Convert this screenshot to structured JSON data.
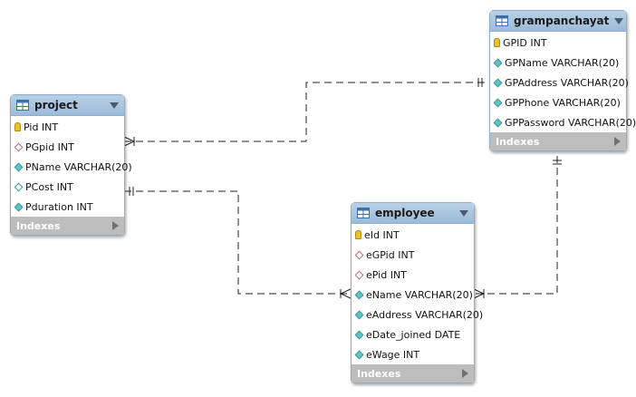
{
  "tables": {
    "project": {
      "name": "project",
      "columns": [
        {
          "label": "Pid INT",
          "icon": "primary-key-icon"
        },
        {
          "label": "PGpid INT",
          "icon": "foreign-key-icon"
        },
        {
          "label": "PName VARCHAR(20)",
          "icon": "not-null-column-icon"
        },
        {
          "label": "PCost INT",
          "icon": "nullable-column-icon"
        },
        {
          "label": "Pduration INT",
          "icon": "not-null-column-icon"
        }
      ],
      "indexes_label": "Indexes"
    },
    "grampanchayat": {
      "name": "grampanchayat",
      "columns": [
        {
          "label": "GPID INT",
          "icon": "primary-key-icon"
        },
        {
          "label": "GPName VARCHAR(20)",
          "icon": "not-null-column-icon"
        },
        {
          "label": "GPAddress VARCHAR(20)",
          "icon": "not-null-column-icon"
        },
        {
          "label": "GPPhone VARCHAR(20)",
          "icon": "not-null-column-icon"
        },
        {
          "label": "GPPassword VARCHAR(20)",
          "icon": "not-null-column-icon"
        }
      ],
      "indexes_label": "Indexes"
    },
    "employee": {
      "name": "employee",
      "columns": [
        {
          "label": "eId INT",
          "icon": "primary-key-icon"
        },
        {
          "label": "eGPid INT",
          "icon": "foreign-key-icon"
        },
        {
          "label": "ePid INT",
          "icon": "foreign-key-icon"
        },
        {
          "label": "eName VARCHAR(20)",
          "icon": "not-null-column-icon"
        },
        {
          "label": "eAddress VARCHAR(20)",
          "icon": "not-null-column-icon"
        },
        {
          "label": "eDate_joined DATE",
          "icon": "not-null-column-icon"
        },
        {
          "label": "eWage INT",
          "icon": "not-null-column-icon"
        }
      ],
      "indexes_label": "Indexes"
    }
  },
  "relationships": [
    {
      "from": "project",
      "to": "grampanchayat",
      "from_end": "many",
      "to_end": "one"
    },
    {
      "from": "project",
      "to": "employee",
      "from_end": "one",
      "to_end": "many"
    },
    {
      "from": "grampanchayat",
      "to": "employee",
      "from_end": "one",
      "to_end": "many"
    }
  ],
  "colors": {
    "header": "#9dbcd9",
    "border": "#8eaec9",
    "indexes_bar": "#bdbdbd",
    "key": "#e8c22a",
    "column_diamond": "#5cc6c6",
    "connector": "#222222"
  }
}
